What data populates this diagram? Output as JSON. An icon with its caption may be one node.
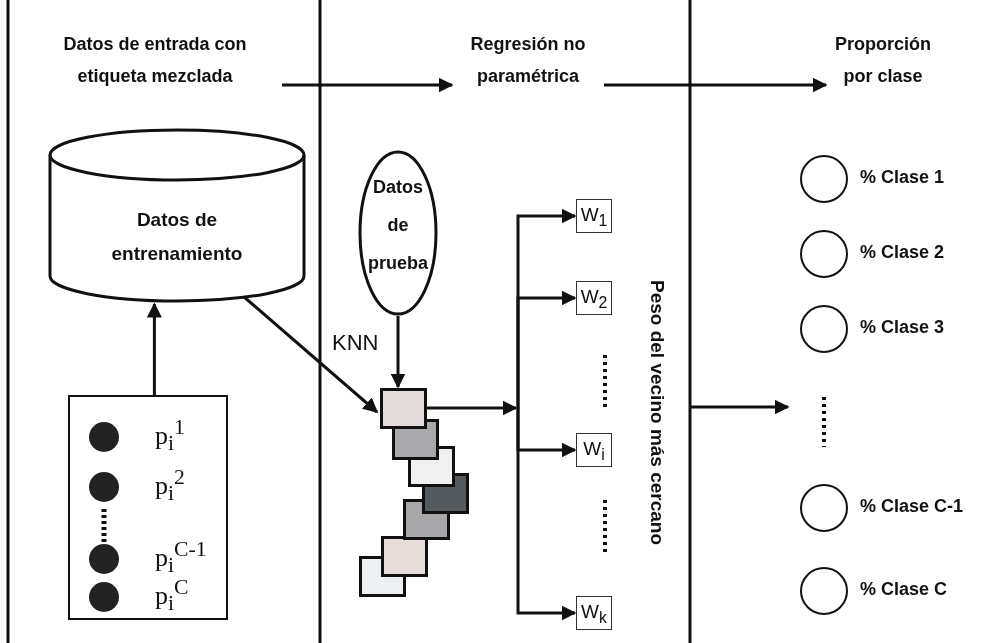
{
  "diagram": {
    "nodes": [
      {
        "text": [
          "Datos de entrada con etiqueta mezclada"
        ]
      },
      {
        "text": [
          "Regresión no paramétrica"
        ]
      },
      {
        "text": [
          "Proporción por clase"
        ]
      },
      {
        "text": [
          "Datos de entrenamiento"
        ]
      },
      {
        "text": [
          "p$_{i}$$^{1}$",
          "p$_{i}$$^{2}$",
          "p$_{i}$$^{C-1}$",
          "p$_{i}$$^{C}$"
        ]
      },
      {
        "text": [
          "Datos de prueba"
        ]
      },
      {
        "text": [],
        "shape": "box"
      },
      {
        "text": [
          "W$_{1}$"
        ]
      },
      {
        "text": [
          "W$_{2}$"
        ]
      },
      {
        "text": [
          "W$_{i}$"
        ]
      },
      {
        "text": [
          "W$_{k}$"
        ]
      },
      {
        "text": [
          "Peso del vecino más cercano"
        ]
      },
      {
        "text": [],
        "shape": "circle",
        "beside": [
          "% Clase 1"
        ]
      },
      {
        "text": [],
        "shape": "circle",
        "beside": [
          "% Clase 2"
        ]
      },
      {
        "text": [],
        "shape": "circle",
        "beside": [
          "% Clase 3"
        ]
      },
      {
        "text": [],
        "shape": "circle",
        "beside": [
          "% Clase C-1"
        ]
      },
      {
        "text": [],
        "shape": "circle",
        "beside": [
          "% Clase C"
        ]
      }
    ],
    "edges": [
      {
        "from": 0,
        "to": 1,
        "arrow": "to"
      },
      {
        "from": 1,
        "to": 2,
        "arrow": "to"
      },
      {
        "from": 4,
        "to": 3,
        "arrow": "to"
      },
      {
        "from": 3,
        "to": 6,
        "arrow": "to"
      },
      {
        "from": 5,
        "to": 6,
        "arrow": "to",
        "label": "KNN"
      },
      {
        "from": 6,
        "to": 7,
        "arrow": "to"
      },
      {
        "from": 6,
        "to": 8,
        "arrow": "to"
      },
      {
        "from": 6,
        "to": 9,
        "arrow": "to"
      },
      {
        "from": 6,
        "to": 10,
        "arrow": "to"
      },
      {
        "from": 11,
        "to": null,
        "arrow": "to"
      }
    ]
  }
}
